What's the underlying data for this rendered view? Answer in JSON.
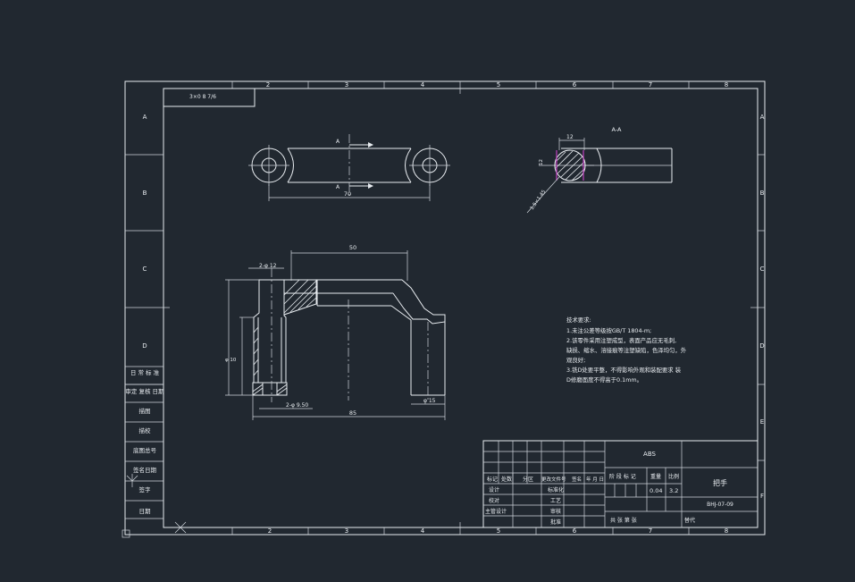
{
  "colors": {
    "background": "#212830",
    "lines": "#e8ecf0",
    "section_mark": "#c040c0"
  },
  "frame": {
    "zone_numbers": [
      "2",
      "3",
      "4",
      "5",
      "6",
      "7",
      "8"
    ],
    "zone_letters": [
      "A",
      "B",
      "C",
      "D",
      "E",
      "F"
    ],
    "corner_tag": "3×0  8  7/6"
  },
  "left_strip": [
    "日 常 标 准",
    "审定 复核 日期",
    "描图",
    "描校",
    "底图总号",
    "签名日期",
    "签字",
    "日期"
  ],
  "views": {
    "top": {
      "section_a": "A",
      "dim_length": "70"
    },
    "section": {
      "title": "A-A",
      "dim_width": "12",
      "dim_height": "12",
      "dim_angle": "1.5×1.45"
    },
    "front": {
      "dim_top": "50",
      "dim_hole": "2-φ 12",
      "dim_base": "2-φ 9.50",
      "dim_total": "85",
      "dim_right": "φ 15",
      "dim_height": "φ 10"
    }
  },
  "notes": {
    "heading": "技术要求:",
    "lines": [
      "1.未注公差等级按GB/T 1804-m;",
      "2.该零件采用注塑成型，表面产品应无毛刺,",
      "  缺损、缩水、溶接痕等注塑缺陷，色泽均匀，外",
      "  观良好;",
      "3.铣D处要平整，不得影响外观和装配要求 装",
      "  D修磨面度不得高于0.1mm。"
    ]
  },
  "title_block": {
    "material": "ABS",
    "part_name": "把手",
    "drawing_no": "BHJ-07-09",
    "headers": [
      "标记",
      "处数",
      "分区",
      "更改文件号",
      "签名",
      "年 月 日"
    ],
    "rows": [
      [
        "设计",
        "",
        "",
        "标准化",
        "",
        ""
      ],
      [
        "校对",
        "",
        "",
        "工艺",
        "",
        ""
      ],
      [
        "主管设计",
        "",
        "",
        "审核",
        "",
        ""
      ],
      [
        "",
        "",
        "",
        "批准",
        "",
        ""
      ]
    ],
    "stage_label": "阶 段 标 记",
    "weight_label": "重量",
    "scale_label": "比例",
    "weight": "0.04",
    "scale": "3.2",
    "sheets": "共   张   第   张",
    "replace": "替代"
  }
}
